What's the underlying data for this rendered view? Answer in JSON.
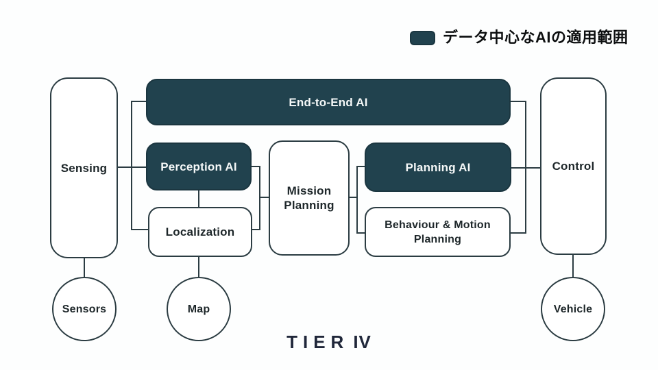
{
  "legend": {
    "label": "データ中心なAIの適用範囲",
    "swatch_color": "#21424e"
  },
  "nodes": {
    "sensing": {
      "label": "Sensing"
    },
    "end_to_end": {
      "label": "End-to-End AI"
    },
    "perception": {
      "label": "Perception AI"
    },
    "localization": {
      "label": "Localization"
    },
    "mission": {
      "label": "Mission Planning"
    },
    "planning": {
      "label": "Planning AI"
    },
    "behaviour": {
      "label": "Behaviour & Motion Planning"
    },
    "control": {
      "label": "Control"
    },
    "sensors": {
      "label": "Sensors"
    },
    "map": {
      "label": "Map"
    },
    "vehicle": {
      "label": "Vehicle"
    }
  },
  "colors": {
    "dark_fill": "#21424e",
    "line": "#2b3c42",
    "text_dark": "#1d2629",
    "text_light": "#f5f8f8",
    "background": "#fdfefe"
  },
  "footer": {
    "logo_tier": "TIER",
    "logo_iv": "IV"
  }
}
